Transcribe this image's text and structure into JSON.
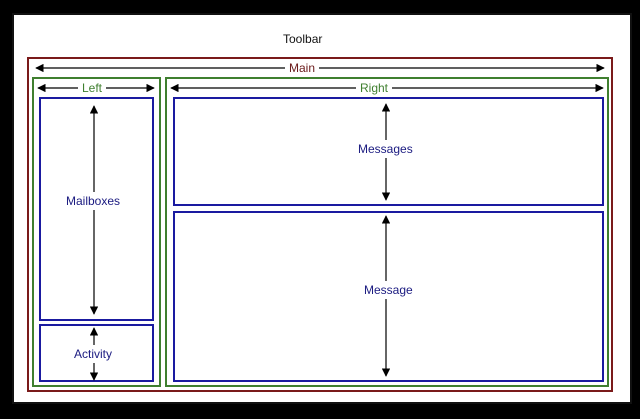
{
  "diagram": {
    "toolbar": "Toolbar",
    "main": "Main",
    "left": "Left",
    "right": "Right",
    "mailboxes": "Mailboxes",
    "activity": "Activity",
    "messages": "Messages",
    "message": "Message"
  },
  "colors": {
    "main_border": "#7a1a1a",
    "panel_border": "#3f7f2f",
    "content_border": "#1a1aa0"
  }
}
